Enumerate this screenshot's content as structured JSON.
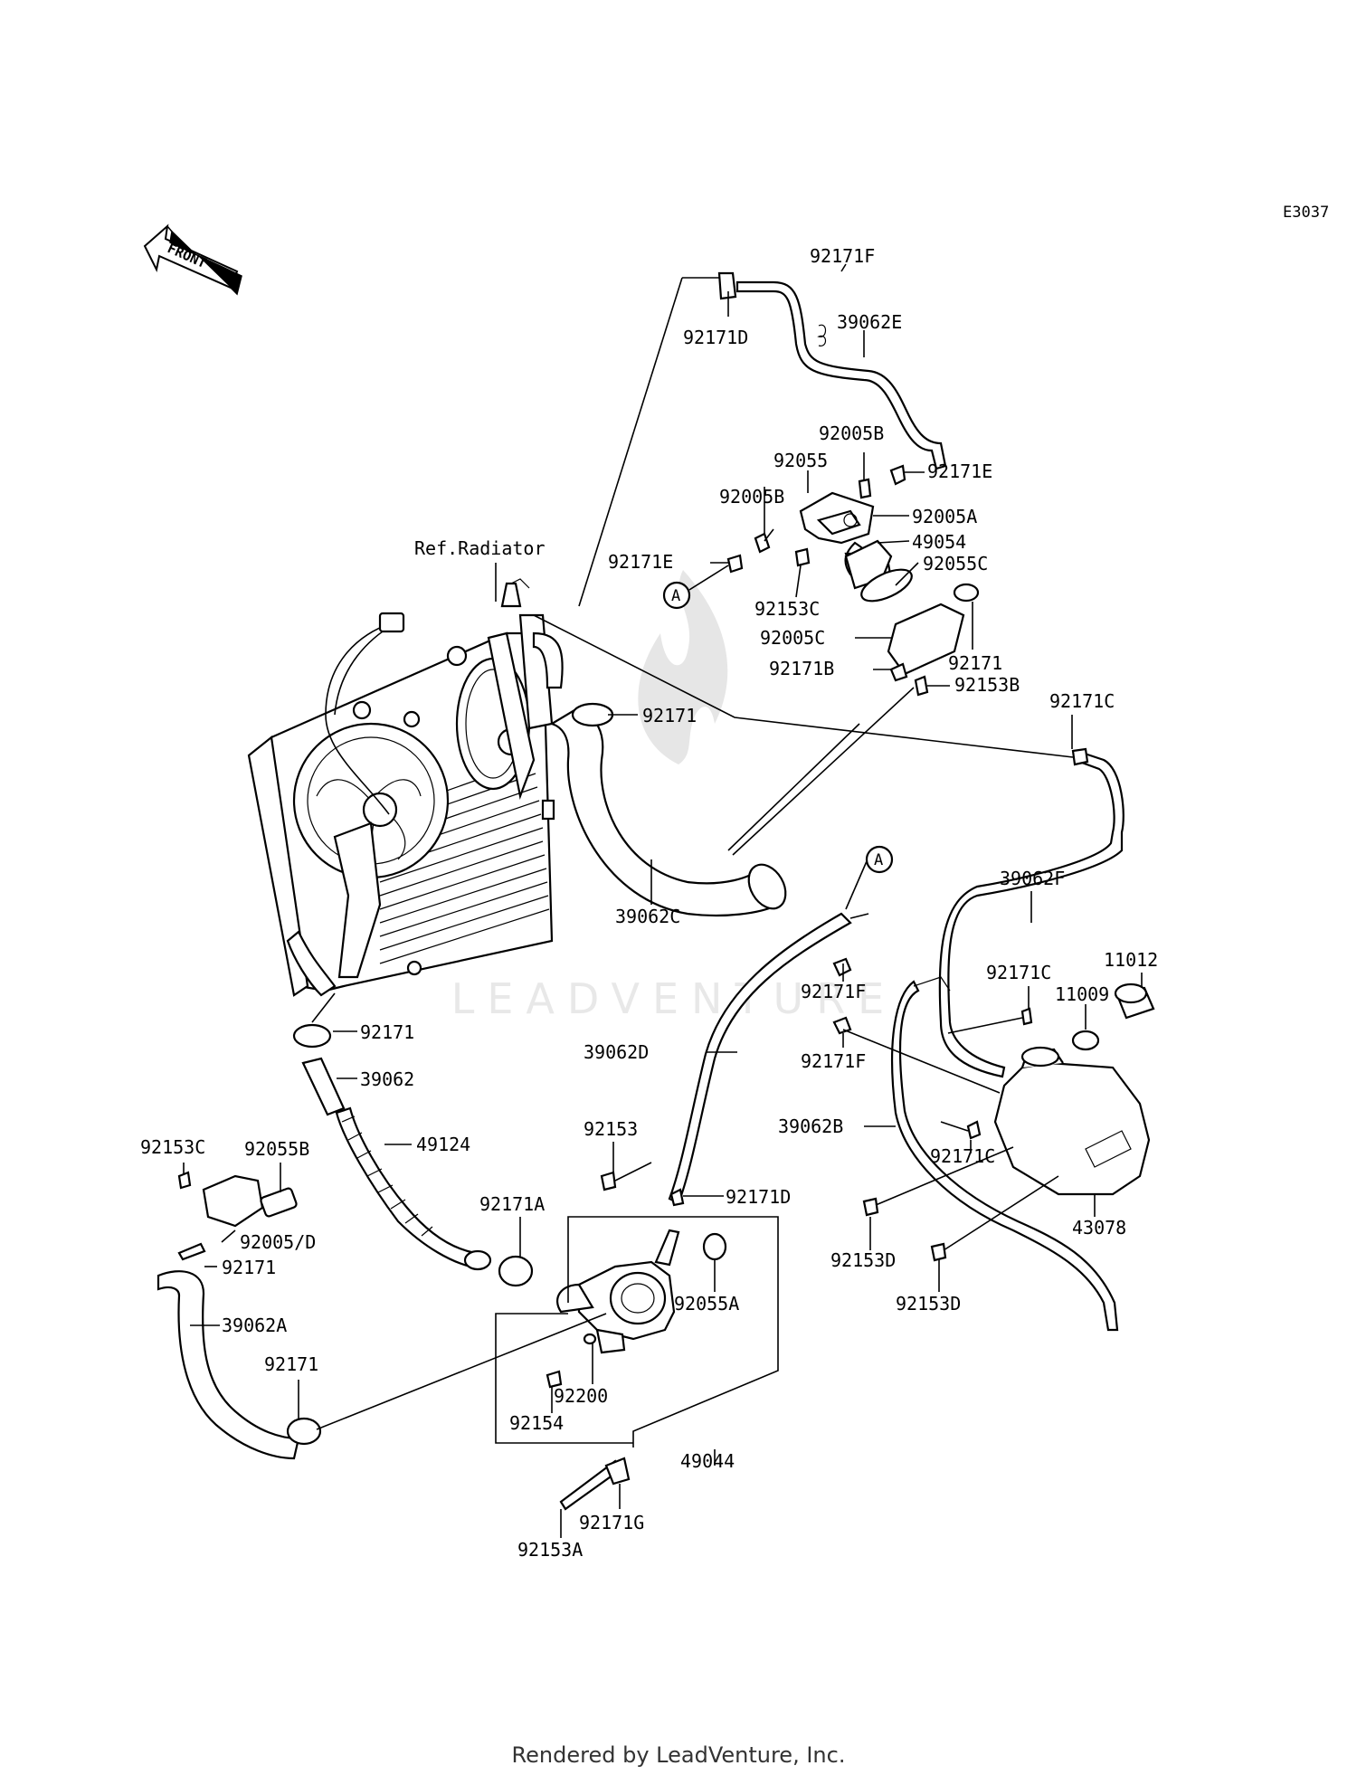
{
  "diagram": {
    "code": "E3037",
    "front_label": "FRONT",
    "ref_label": "Ref.Radiator",
    "watermark": "LEADVENTURE",
    "footer": "Rendered by LeadVenture, Inc.",
    "callout_marker": "A"
  },
  "labels": {
    "l92171F_top": "92171F",
    "l92171D_top": "92171D",
    "l39062E": "39062E",
    "l92005B_a": "92005B",
    "l92055": "92055",
    "l92171E_r": "92171E",
    "l92005B_b": "92005B",
    "l92005A": "92005A",
    "l49054": "49054",
    "l92171E_l": "92171E",
    "l92055C": "92055C",
    "l92153C_top": "92153C",
    "l92005C": "92005C",
    "l92171_top": "92171",
    "l92171B": "92171B",
    "l92153B": "92153B",
    "l92171_mid": "92171",
    "l92171C_top": "92171C",
    "l39062F": "39062F",
    "l39062C": "39062C",
    "l11012": "11012",
    "l92171C_mid": "92171C",
    "l11009": "11009",
    "l92171F_a": "92171F",
    "l92171F_b": "92171F",
    "l39062D": "39062D",
    "l92171_low": "92171",
    "l39062": "39062",
    "l92153": "92153",
    "l39062B": "39062B",
    "l92153C_left": "92153C",
    "l92055B": "92055B",
    "l49124": "49124",
    "l92171A": "92171A",
    "l92171D_low": "92171D",
    "l92171C_low": "92171C",
    "l43078": "43078",
    "l92005D": "92005/D",
    "l92171_left": "92171",
    "l92153D_a": "92153D",
    "l39062A": "39062A",
    "l92055A": "92055A",
    "l92153D_b": "92153D",
    "l92171_bottom": "92171",
    "l92200": "92200",
    "l92154": "92154",
    "l49044": "49044",
    "l92171G": "92171G",
    "l92153A": "92153A"
  }
}
